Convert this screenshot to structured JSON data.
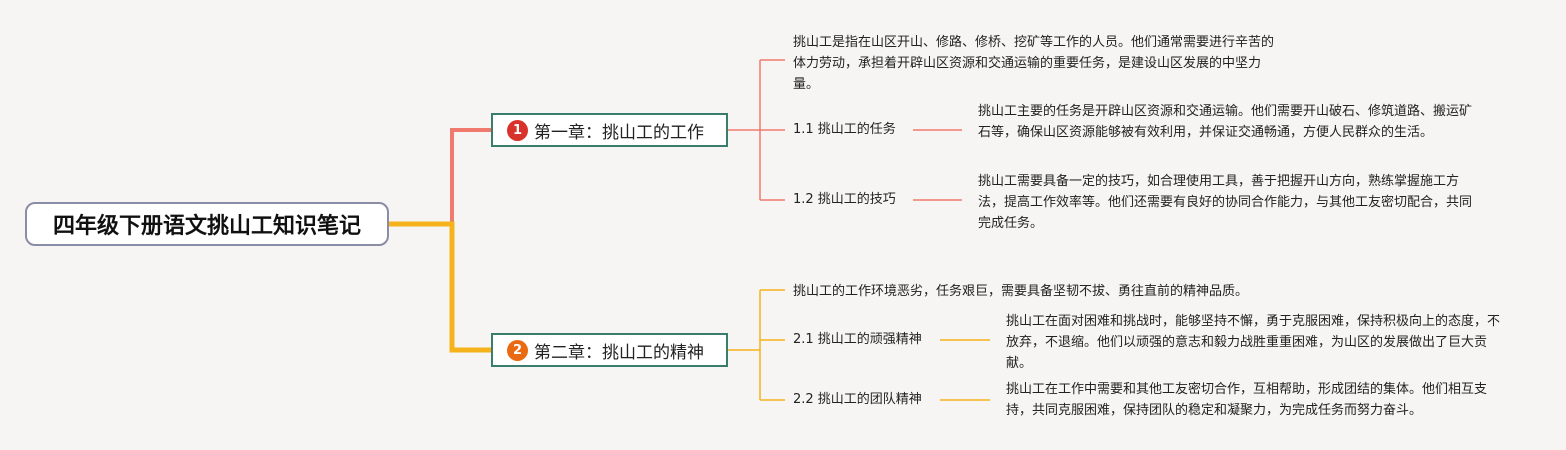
{
  "root": {
    "title": "四年级下册语文挑山工知识笔记"
  },
  "colors": {
    "branch1": "#f07a6e",
    "branch2": "#f5b21b",
    "chapter_border": "#3b7d6c"
  },
  "chapters": [
    {
      "number": "1",
      "title": "第一章：挑山工的工作",
      "intro": "挑山工是指在山区开山、修路、修桥、挖矿等工作的人员。他们通常需要进行辛苦的体力劳动，承担着开辟山区资源和交通运输的重要任务，是建设山区发展的中坚力量。",
      "sections": [
        {
          "label": "1.1 挑山工的任务",
          "detail": "挑山工主要的任务是开辟山区资源和交通运输。他们需要开山破石、修筑道路、搬运矿石等，确保山区资源能够被有效利用，并保证交通畅通，方便人民群众的生活。"
        },
        {
          "label": "1.2 挑山工的技巧",
          "detail": "挑山工需要具备一定的技巧，如合理使用工具，善于把握开山方向，熟练掌握施工方法，提高工作效率等。他们还需要有良好的协同合作能力，与其他工友密切配合，共同完成任务。"
        }
      ]
    },
    {
      "number": "2",
      "title": "第二章：挑山工的精神",
      "intro": "挑山工的工作环境恶劣，任务艰巨，需要具备坚韧不拔、勇往直前的精神品质。",
      "sections": [
        {
          "label": "2.1 挑山工的顽强精神",
          "detail": "挑山工在面对困难和挑战时，能够坚持不懈，勇于克服困难，保持积极向上的态度，不放弃，不退缩。他们以顽强的意志和毅力战胜重重困难，为山区的发展做出了巨大贡献。"
        },
        {
          "label": "2.2 挑山工的团队精神",
          "detail": "挑山工在工作中需要和其他工友密切合作，互相帮助，形成团结的集体。他们相互支持，共同克服困难，保持团队的稳定和凝聚力，为完成任务而努力奋斗。"
        }
      ]
    }
  ]
}
